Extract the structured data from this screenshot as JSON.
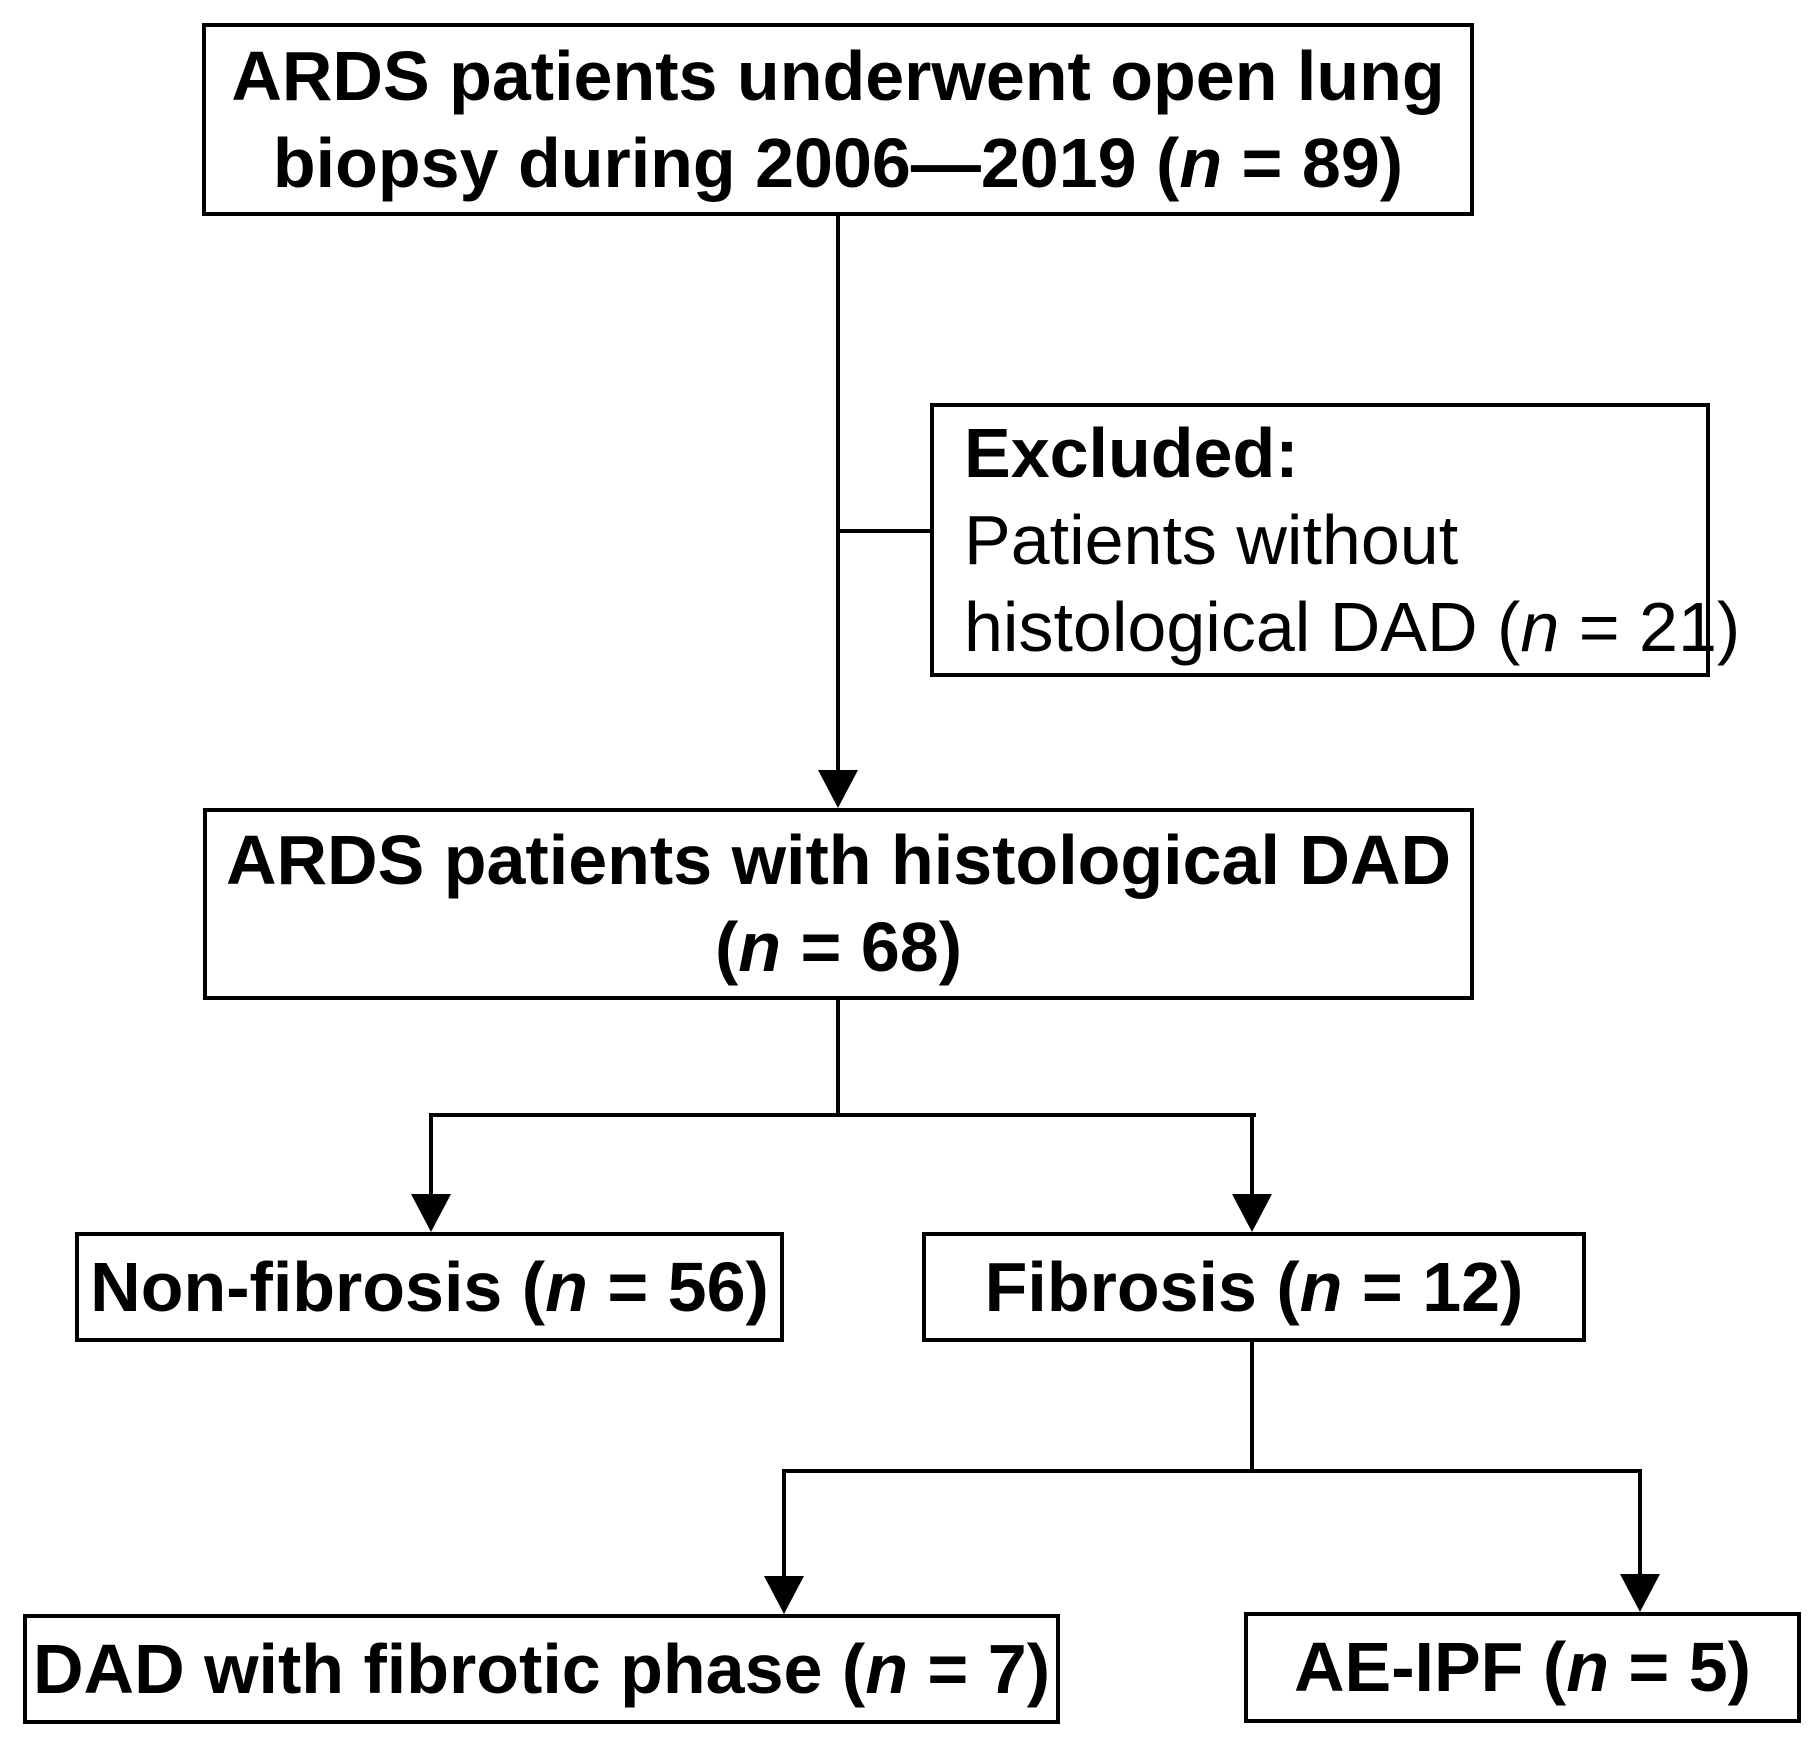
{
  "diagram": {
    "type": "patient-flowchart",
    "background_color": "#ffffff",
    "line_color": "#000000",
    "boxes": {
      "top": {
        "lines": [
          {
            "pre": "ARDS patients underwent open lung"
          },
          {
            "pre": "biopsy during 2006—2019 (",
            "n": "n",
            "post": " = 89)"
          }
        ]
      },
      "excluded": {
        "heading": "Excluded:",
        "lines": [
          {
            "pre": "Patients without"
          },
          {
            "pre": "histological DAD (",
            "n": "n",
            "post": " = 21)"
          }
        ]
      },
      "middle": {
        "lines": [
          {
            "pre": "ARDS patients with histological DAD"
          },
          {
            "pre": "(",
            "n": "n",
            "post": " = 68)"
          }
        ]
      },
      "non_fibrosis": {
        "lines": [
          {
            "pre": "Non-fibrosis (",
            "n": "n",
            "post": " = 56)"
          }
        ]
      },
      "fibrosis": {
        "lines": [
          {
            "pre": "Fibrosis (",
            "n": "n",
            "post": " = 12)"
          }
        ]
      },
      "dad_fibrotic_phase": {
        "lines": [
          {
            "pre": "DAD with fibrotic phase (",
            "n": "n",
            "post": " = 7)"
          }
        ]
      },
      "ae_ipf": {
        "lines": [
          {
            "pre": "AE-IPF (",
            "n": "n",
            "post": " = 5)"
          }
        ]
      }
    }
  }
}
